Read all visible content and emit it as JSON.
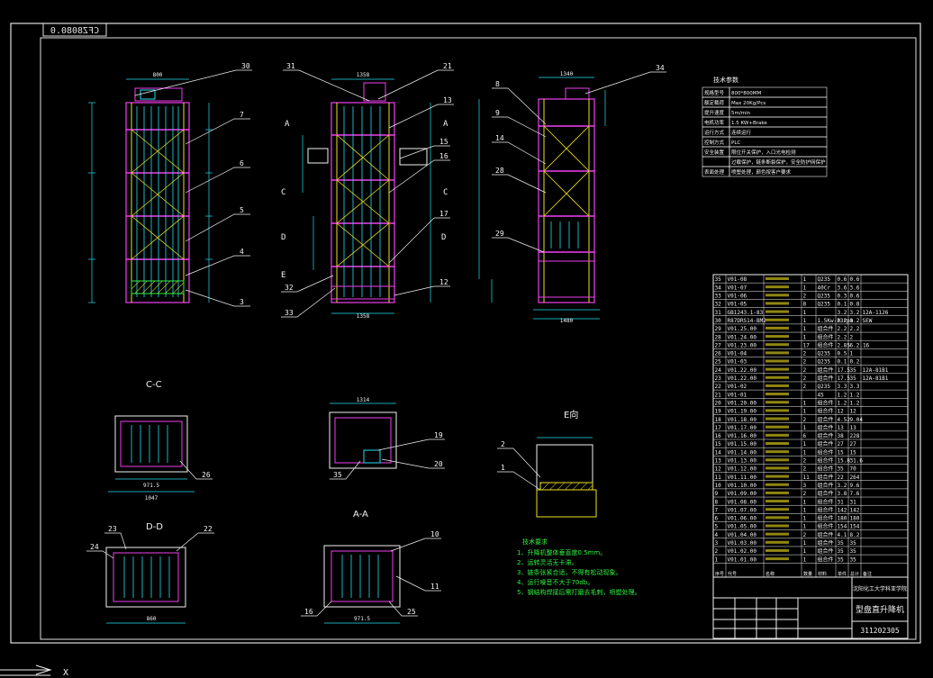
{
  "drawing_code": "CFZ8080.0",
  "colors": {
    "frame": "#e0e0e0",
    "cyan": "#20e0f0",
    "yellow": "#f0e020",
    "magenta": "#f040f0",
    "white": "#f2f2f2",
    "green": "#30f040",
    "red": "#f02020",
    "title_block": "#f0f0f0"
  },
  "callouts": [
    "30",
    "31",
    "21",
    "34",
    "7",
    "13",
    "6",
    "15",
    "8",
    "9",
    "14",
    "16",
    "5",
    "28",
    "4",
    "17",
    "29",
    "3",
    "32",
    "33",
    "12",
    "2",
    "1",
    "19",
    "20",
    "35",
    "26",
    "24",
    "23",
    "22",
    "10",
    "11",
    "16",
    "25"
  ],
  "section_labels": {
    "cc": "C-C",
    "dd": "D-D",
    "aa": "A-A",
    "ee": "E向"
  },
  "dims": {
    "front_top": "800",
    "side_top": "1358",
    "right_top": "1340",
    "side_bottom": "1358",
    "right_bottom": "1480",
    "cc_bottom": "971.5",
    "cc_bottom2": "1047",
    "aa_top": "1314",
    "dd_bottom": "860",
    "aa_bottom": "971.5"
  },
  "tech_params_title": "技术参数",
  "tech_params": [
    {
      "k": "规格型号",
      "v": "800*800MM"
    },
    {
      "k": "额定载荷",
      "v": "Max 20Kg/Pcs"
    },
    {
      "k": "提升速度",
      "v": "5m/min"
    },
    {
      "k": "电机功率",
      "v": "1.5 KW+Brake"
    },
    {
      "k": "运行方式",
      "v": "连续运行"
    },
    {
      "k": "控制方式",
      "v": "PLC"
    },
    {
      "k": "安全装置",
      "v": "限位开关保护，入口光电检测"
    },
    {
      "k": "",
      "v": "过载保护，链条断裂保护，安全防护网保护"
    },
    {
      "k": "表面处理",
      "v": "喷塑处理，颜色按客户要求"
    }
  ],
  "notes_title": "技术要求",
  "notes": [
    "1、升降机整体垂直度0.5mm。",
    "2、运转灵活无卡滞。",
    "3、链条张紧合适，不得有松动现象。",
    "4、运行噪音不大于70db。",
    "5、钢结构焊接后需打磨去毛刺，喷塑处理。"
  ],
  "bom": [
    {
      "no": "35",
      "code": "V01-08",
      "qty": "1",
      "mat": "Q235",
      "w": "0.6",
      "t": "0.6",
      "note": ""
    },
    {
      "no": "34",
      "code": "V01-07",
      "qty": "1",
      "mat": "40Cr",
      "w": "3.6",
      "t": "3.6",
      "note": ""
    },
    {
      "no": "33",
      "code": "V01-06",
      "qty": "2",
      "mat": "Q235",
      "w": "0.3",
      "t": "0.6",
      "note": ""
    },
    {
      "no": "32",
      "code": "V01-05",
      "qty": "8",
      "mat": "Q235",
      "w": "0.1",
      "t": "0.8",
      "note": ""
    },
    {
      "no": "31",
      "code": "GB1243.1-83",
      "qty": "1",
      "mat": "",
      "w": "3.2",
      "t": "3.2",
      "note": "12A-1126"
    },
    {
      "no": "30",
      "code": "R87DRS14-BM2",
      "qty": "1",
      "mat": "1.5Kw-33rpm",
      "w": "0.2",
      "t": "0.2",
      "note": "SEW"
    },
    {
      "no": "29",
      "code": "V01.25.00",
      "qty": "1",
      "mat": "组合件",
      "w": "2.2",
      "t": "2.2",
      "note": ""
    },
    {
      "no": "28",
      "code": "V01.24.00",
      "qty": "1",
      "mat": "组合件",
      "w": "2.2",
      "t": "2",
      "note": ""
    },
    {
      "no": "27",
      "code": "V01.23.00",
      "qty": "17",
      "mat": "组合件",
      "w": "2.85",
      "t": "6.2.16",
      "note": ""
    },
    {
      "no": "26",
      "code": "V01-04",
      "qty": "2",
      "mat": "Q235",
      "w": "0.5",
      "t": "1",
      "note": ""
    },
    {
      "no": "25",
      "code": "V01-03",
      "qty": "2",
      "mat": "Q235",
      "w": "0.1",
      "t": "0.2",
      "note": ""
    },
    {
      "no": "24",
      "code": "V01.22.00",
      "qty": "2",
      "mat": "组合件",
      "w": "17.5",
      "t": "35",
      "note": "12A-81B1"
    },
    {
      "no": "23",
      "code": "V01.22.00",
      "qty": "2",
      "mat": "组合件",
      "w": "17.5",
      "t": "35",
      "note": "12A-81B1"
    },
    {
      "no": "22",
      "code": "V01-02",
      "qty": "2",
      "mat": "Q235",
      "w": "3.3",
      "t": "3.3",
      "note": ""
    },
    {
      "no": "21",
      "code": "V01-01",
      "qty": "",
      "mat": "45",
      "w": "1.2",
      "t": "1.2",
      "note": ""
    },
    {
      "no": "20",
      "code": "V01.20.00",
      "qty": "1",
      "mat": "组合件",
      "w": "1.2",
      "t": "1.2",
      "note": ""
    },
    {
      "no": "19",
      "code": "V01.19.00",
      "qty": "1",
      "mat": "组合件",
      "w": "12",
      "t": "12",
      "note": ""
    },
    {
      "no": "18",
      "code": "V01.18.00",
      "qty": "2",
      "mat": "组合件",
      "w": "4.52",
      "t": "9.04",
      "note": ""
    },
    {
      "no": "17",
      "code": "V01.17.00",
      "qty": "1",
      "mat": "组合件",
      "w": "13",
      "t": "13",
      "note": ""
    },
    {
      "no": "16",
      "code": "V01.16.00",
      "qty": "6",
      "mat": "组合件",
      "w": "38",
      "t": "228",
      "note": ""
    },
    {
      "no": "15",
      "code": "V01.15.00",
      "qty": "1",
      "mat": "组合件",
      "w": "27",
      "t": "27",
      "note": ""
    },
    {
      "no": "14",
      "code": "V01.14.00",
      "qty": "1",
      "mat": "组合件",
      "w": "15",
      "t": "15",
      "note": ""
    },
    {
      "no": "13",
      "code": "V01.13.00",
      "qty": "2",
      "mat": "组合件",
      "w": "15.8",
      "t": "31.6",
      "note": ""
    },
    {
      "no": "12",
      "code": "V01.12.00",
      "qty": "2",
      "mat": "组合件",
      "w": "35",
      "t": "70",
      "note": ""
    },
    {
      "no": "11",
      "code": "V01.11.00",
      "qty": "11",
      "mat": "组合件",
      "w": "22",
      "t": "264",
      "note": ""
    },
    {
      "no": "10",
      "code": "V01.10.00",
      "qty": "3",
      "mat": "组合件",
      "w": "3.2",
      "t": "9.6",
      "note": ""
    },
    {
      "no": "9",
      "code": "V01.09.00",
      "qty": "2",
      "mat": "组合件",
      "w": "3.8",
      "t": "7.6",
      "note": ""
    },
    {
      "no": "8",
      "code": "V01.08.00",
      "qty": "1",
      "mat": "组合件",
      "w": "31",
      "t": "31",
      "note": ""
    },
    {
      "no": "7",
      "code": "V01.07.00",
      "qty": "1",
      "mat": "组合件",
      "w": "142",
      "t": "142",
      "note": ""
    },
    {
      "no": "6",
      "code": "V01.06.00",
      "qty": "1",
      "mat": "组合件",
      "w": "180",
      "t": "180",
      "note": ""
    },
    {
      "no": "5",
      "code": "V01.05.00",
      "qty": "1",
      "mat": "组合件",
      "w": "154",
      "t": "154",
      "note": ""
    },
    {
      "no": "4",
      "code": "V01.04.00",
      "qty": "2",
      "mat": "组合件",
      "w": "4.1",
      "t": "8.2",
      "note": ""
    },
    {
      "no": "3",
      "code": "V01.03.00",
      "qty": "1",
      "mat": "组合件",
      "w": "35",
      "t": "35",
      "note": ""
    },
    {
      "no": "2",
      "code": "V01.02.00",
      "qty": "1",
      "mat": "组合件",
      "w": "35",
      "t": "35",
      "note": ""
    },
    {
      "no": "1",
      "code": "V01.01.00",
      "qty": "1",
      "mat": "组合件",
      "w": "35",
      "t": "35",
      "note": ""
    }
  ],
  "bom_header": [
    "序号",
    "代号",
    "名称",
    "数量",
    "材料",
    "单件",
    "总计",
    "备注"
  ],
  "title_block": {
    "company": "沈阳化工大学科亚学院",
    "title": "型盘直升降机",
    "number": "311202305"
  },
  "ucs": "X"
}
